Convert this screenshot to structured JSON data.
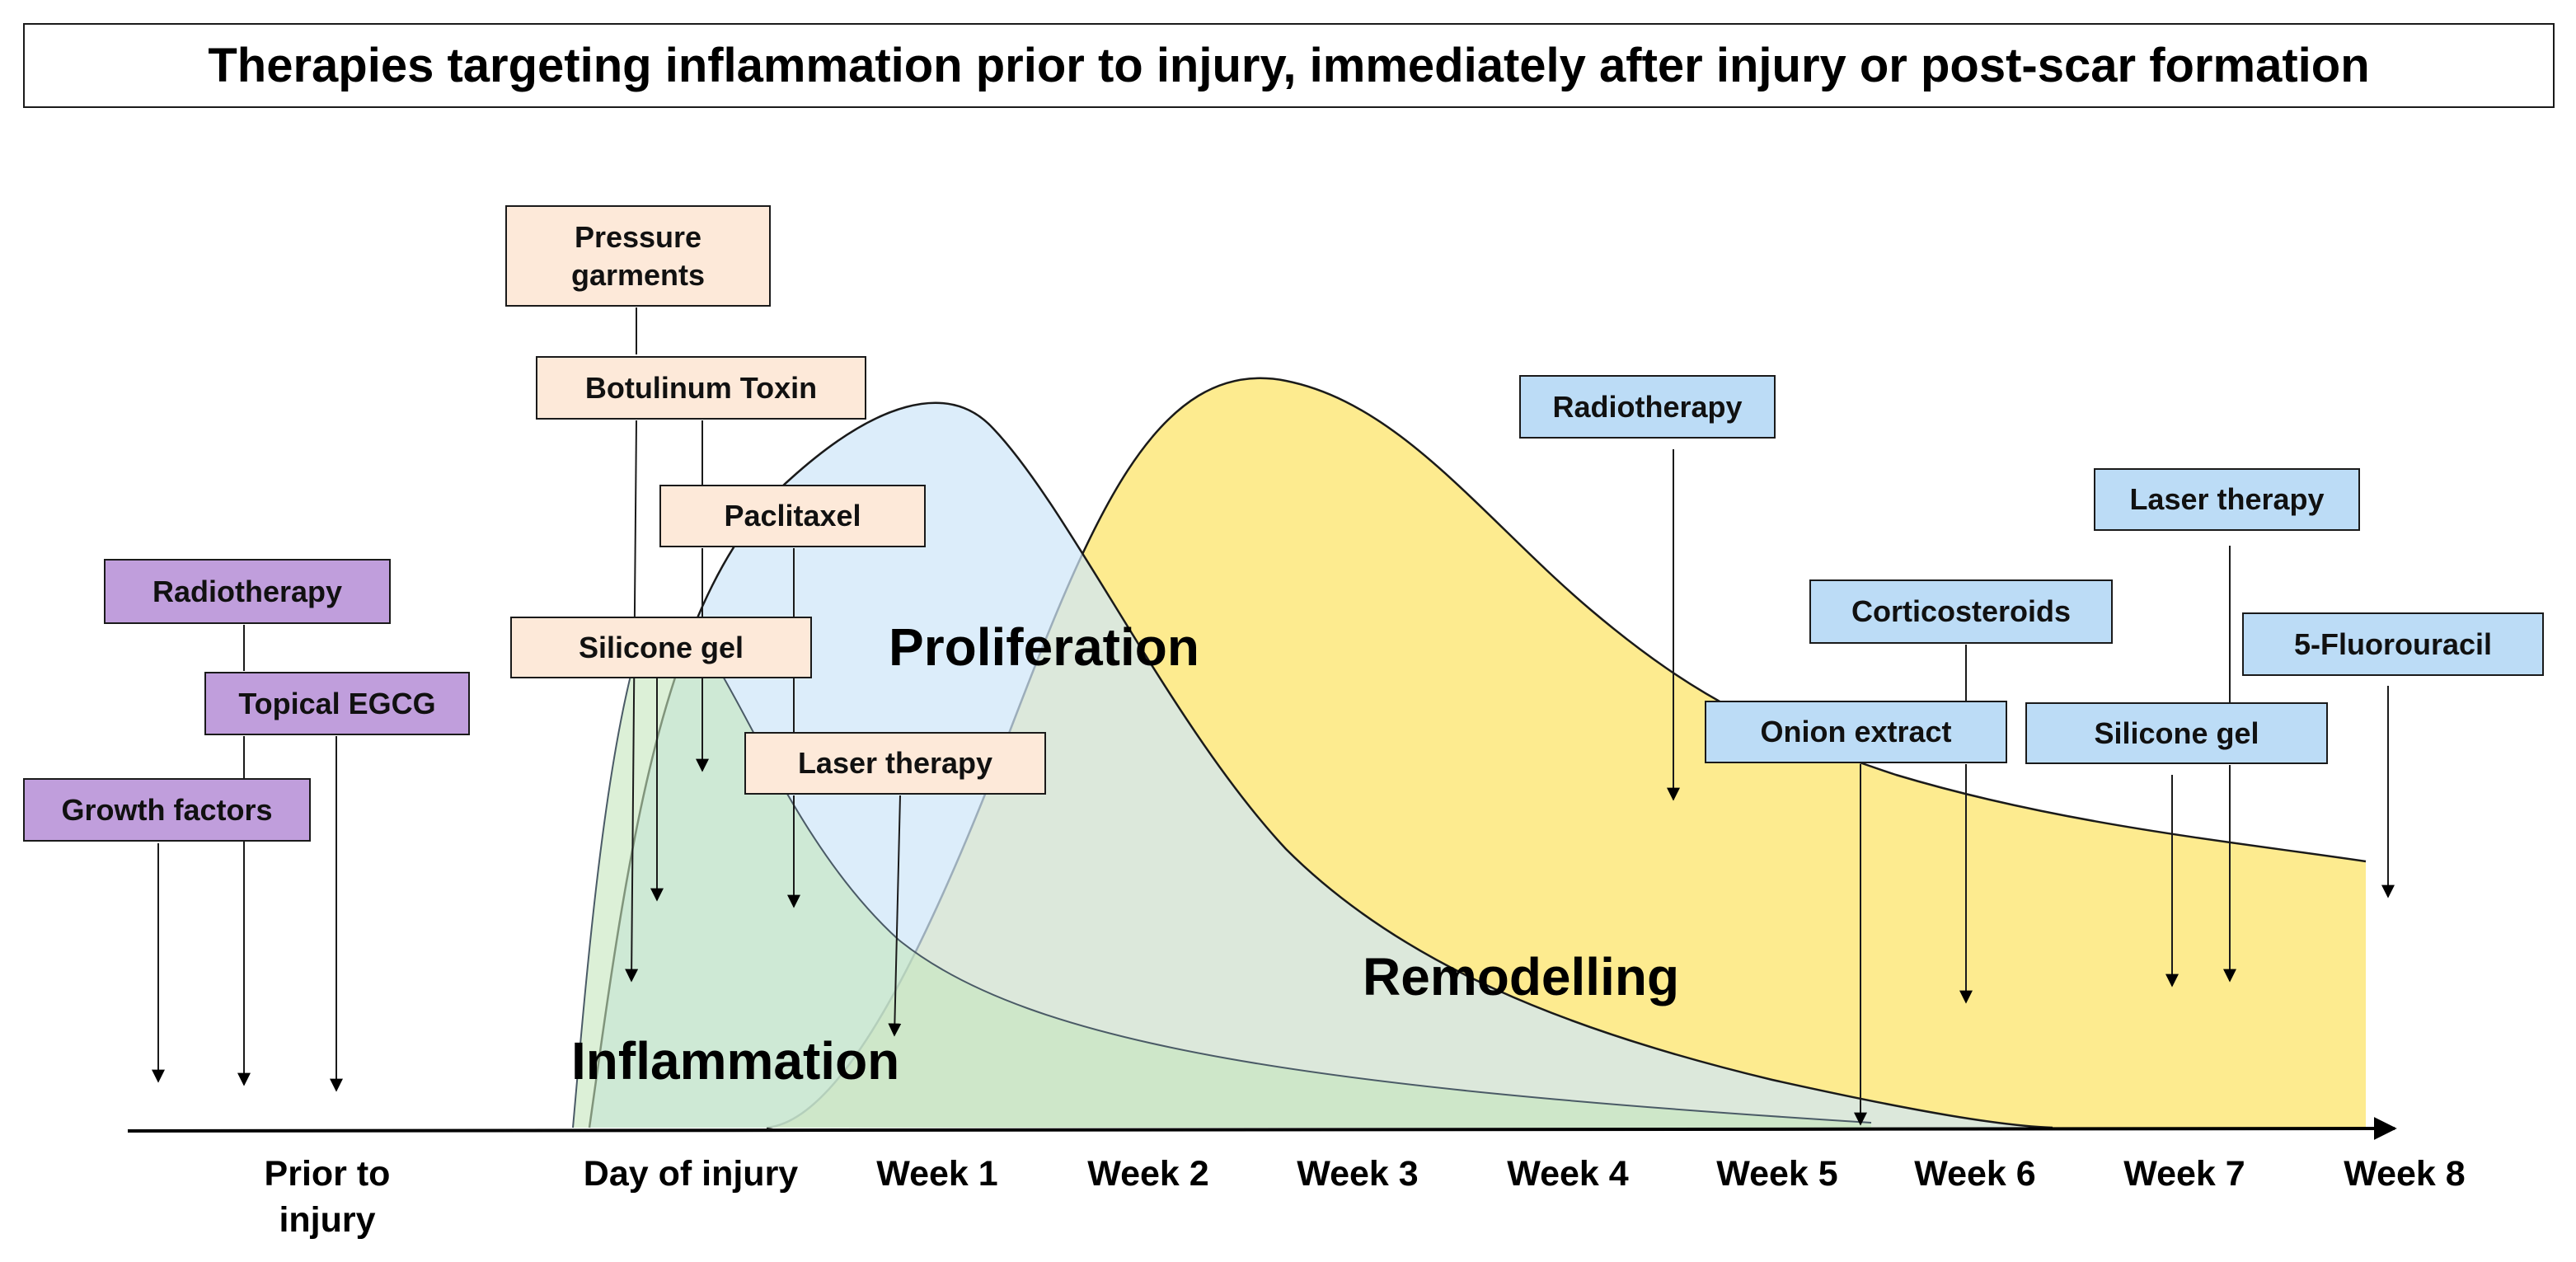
{
  "title": "Therapies targeting inflammation prior to injury, immediately after injury or post-scar formation",
  "phases": {
    "inflammation": "Inflammation",
    "proliferation": "Proliferation",
    "remodelling": "Remodelling"
  },
  "timeline": {
    "prior": [
      "Prior to",
      "injury"
    ],
    "labels": [
      "Day of injury",
      "Week 1",
      "Week 2",
      "Week 3",
      "Week 4",
      "Week 5",
      "Week 6",
      "Week 7",
      "Week 8"
    ]
  },
  "therapies": {
    "prior_to_injury": [
      "Radiotherapy",
      "Topical EGCG",
      "Growth factors"
    ],
    "immediately_after_injury": [
      "Pressure garments",
      "Botulinum Toxin",
      "Paclitaxel",
      "Silicone gel",
      "Laser therapy"
    ],
    "pressure_garments_lines": [
      "Pressure",
      "garments"
    ],
    "post_scar_formation": [
      "Radiotherapy",
      "Laser therapy",
      "Corticosteroids",
      "5-Fluorouracil",
      "Onion extract",
      "Silicone gel"
    ]
  },
  "colors": {
    "prior_box": "#c09edc",
    "immediate_box": "#fde9d9",
    "post_box": "#bcdcf6",
    "inflammation_fill": "#cfe9c4",
    "proliferation_fill": "#dcecfa",
    "remodelling_fill": "#fdeb8f"
  }
}
